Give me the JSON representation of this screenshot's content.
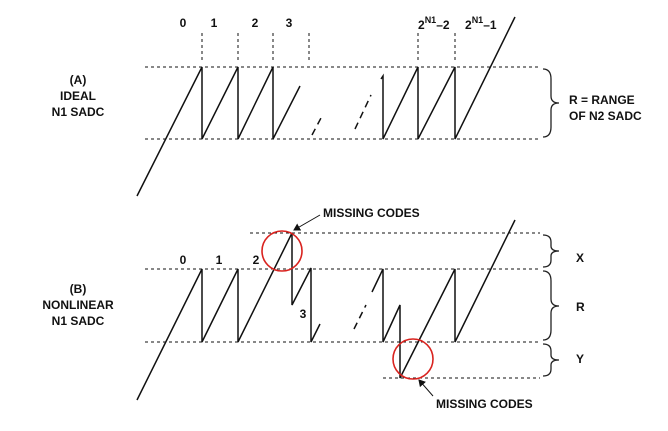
{
  "colors": {
    "ink": "#111111",
    "highlight": "#d9231f",
    "background": "#ffffff"
  },
  "panel_a": {
    "title": "(A)",
    "subtitle_1": "IDEAL",
    "subtitle_2": "N1 SADC",
    "code_labels": [
      "0",
      "1",
      "2",
      "3"
    ],
    "code_last_minus_two": {
      "base": "2",
      "sup": "N1",
      "tail": "–2"
    },
    "code_last_minus_one": {
      "base": "2",
      "sup": "N1",
      "tail": "–1"
    },
    "range_label_1": "R = RANGE",
    "range_label_2": "OF N2 SADC"
  },
  "panel_b": {
    "title": "(B)",
    "subtitle_1": "NONLINEAR",
    "subtitle_2": "N1 SADC",
    "code_labels": [
      "0",
      "1",
      "2",
      "3"
    ],
    "missing_codes_top": "MISSING CODES",
    "missing_codes_bottom": "MISSING CODES",
    "brace_labels": [
      "X",
      "R",
      "Y"
    ]
  }
}
